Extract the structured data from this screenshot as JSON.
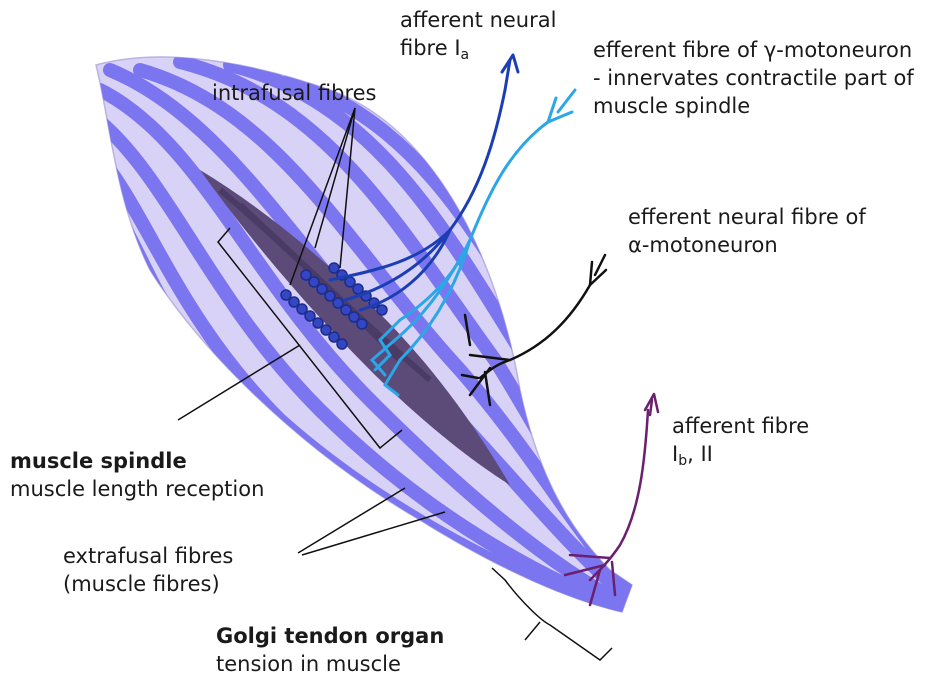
{
  "labels": {
    "afferent_ia": {
      "line1": "afferent neural",
      "line2_prefix": "fibre I",
      "line2_sub": "a"
    },
    "gamma": {
      "line1": "efferent fibre of  γ-motoneuron",
      "line2": "- innervates contractile part of",
      "line3": "muscle spindle"
    },
    "intrafusal": "intrafusal fibres",
    "alpha": {
      "line1": "efferent neural fibre of",
      "line2": "α-motoneuron"
    },
    "afferent_ib": {
      "line1": "afferent fibre",
      "line2_prefix": "I",
      "line2_sub": "b",
      "line2_suffix": ", II"
    },
    "spindle": {
      "title": "muscle spindle",
      "subtitle": "muscle length reception"
    },
    "extrafusal": {
      "line1": "extrafusal fibres",
      "line2": "(muscle fibres)"
    },
    "golgi": {
      "title": "Golgi tendon organ",
      "subtitle": "tension in muscle"
    }
  },
  "colors": {
    "muscle_body": "#d9d2f7",
    "extrafusal_fibre": "#7b76ef",
    "spindle_core": "#5c4a78",
    "afferent_ia": "#1b3fb3",
    "gamma": "#2ba7e8",
    "alpha": "#111111",
    "afferent_ib": "#6b1f6e",
    "annotation": "#111111"
  }
}
